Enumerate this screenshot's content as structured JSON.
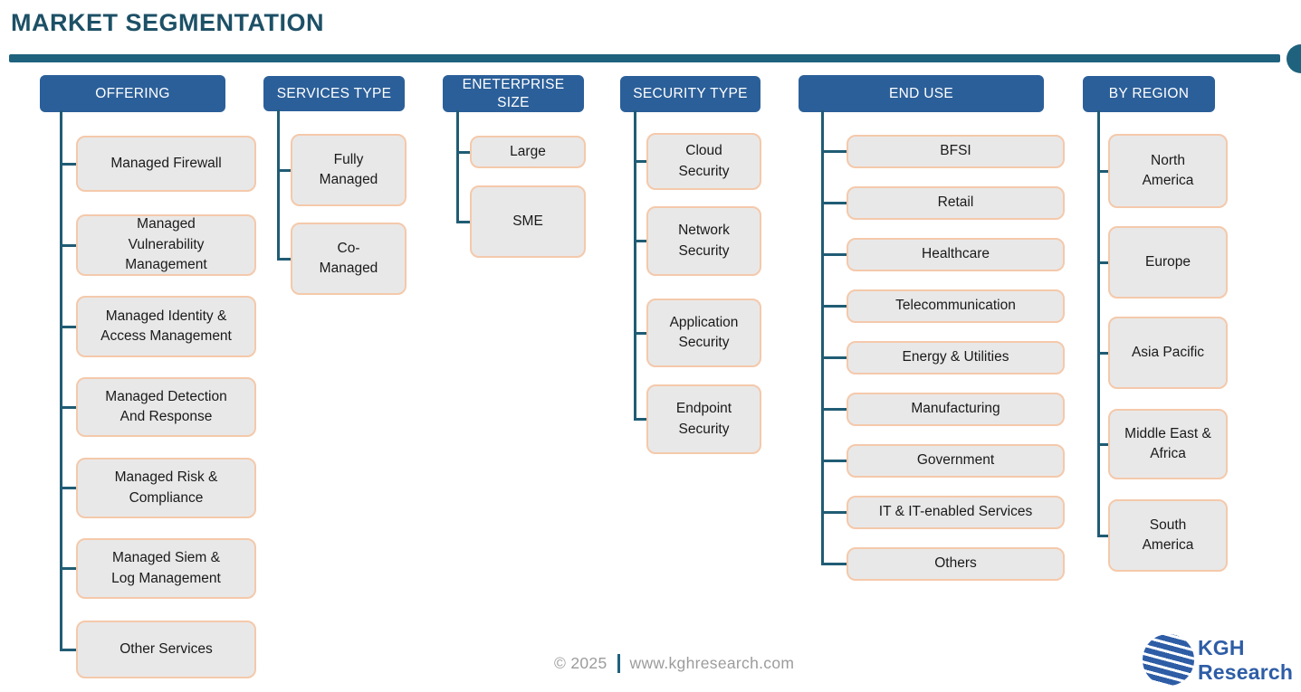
{
  "page": {
    "title": "MARKET SEGMENTATION"
  },
  "columns": [
    {
      "title": "OFFERING",
      "items": [
        "Managed Firewall",
        "Managed Vulnerability Management",
        "Managed Identity & Access Management",
        "Managed Detection And Response",
        "Managed Risk & Compliance",
        "Managed Siem & Log Management",
        "Other Services"
      ]
    },
    {
      "title": "SERVICES TYPE",
      "items": [
        "Fully Managed",
        "Co-Managed"
      ]
    },
    {
      "title": "ENETERPRISE SIZE",
      "items": [
        "Large",
        "SME"
      ]
    },
    {
      "title": "SECURITY TYPE",
      "items": [
        "Cloud Security",
        "Network Security",
        "Application Security",
        "Endpoint Security"
      ]
    },
    {
      "title": "END USE",
      "items": [
        "BFSI",
        "Retail",
        "Healthcare",
        "Telecommunication",
        "Energy & Utilities",
        "Manufacturing",
        "Government",
        "IT & IT-enabled Services",
        "Others"
      ]
    },
    {
      "title": "BY REGION",
      "items": [
        "North America",
        "Europe",
        "Asia Pacific",
        "Middle East & Africa",
        "South America"
      ]
    }
  ],
  "footer": {
    "copyright": "© 2025",
    "website": "www.kghresearch.com"
  },
  "logo": {
    "line1": "KGH",
    "line2": "Research"
  },
  "colors": {
    "title_teal": "#1D5066",
    "accent_teal": "#1E627E",
    "header_blue": "#2B5F99",
    "node_fill": "#E9E8E8",
    "node_border": "#F4C9AB",
    "connector": "#205C74",
    "footer_gray": "#9C9C9C",
    "logo_blue": "#2E5DA6"
  }
}
